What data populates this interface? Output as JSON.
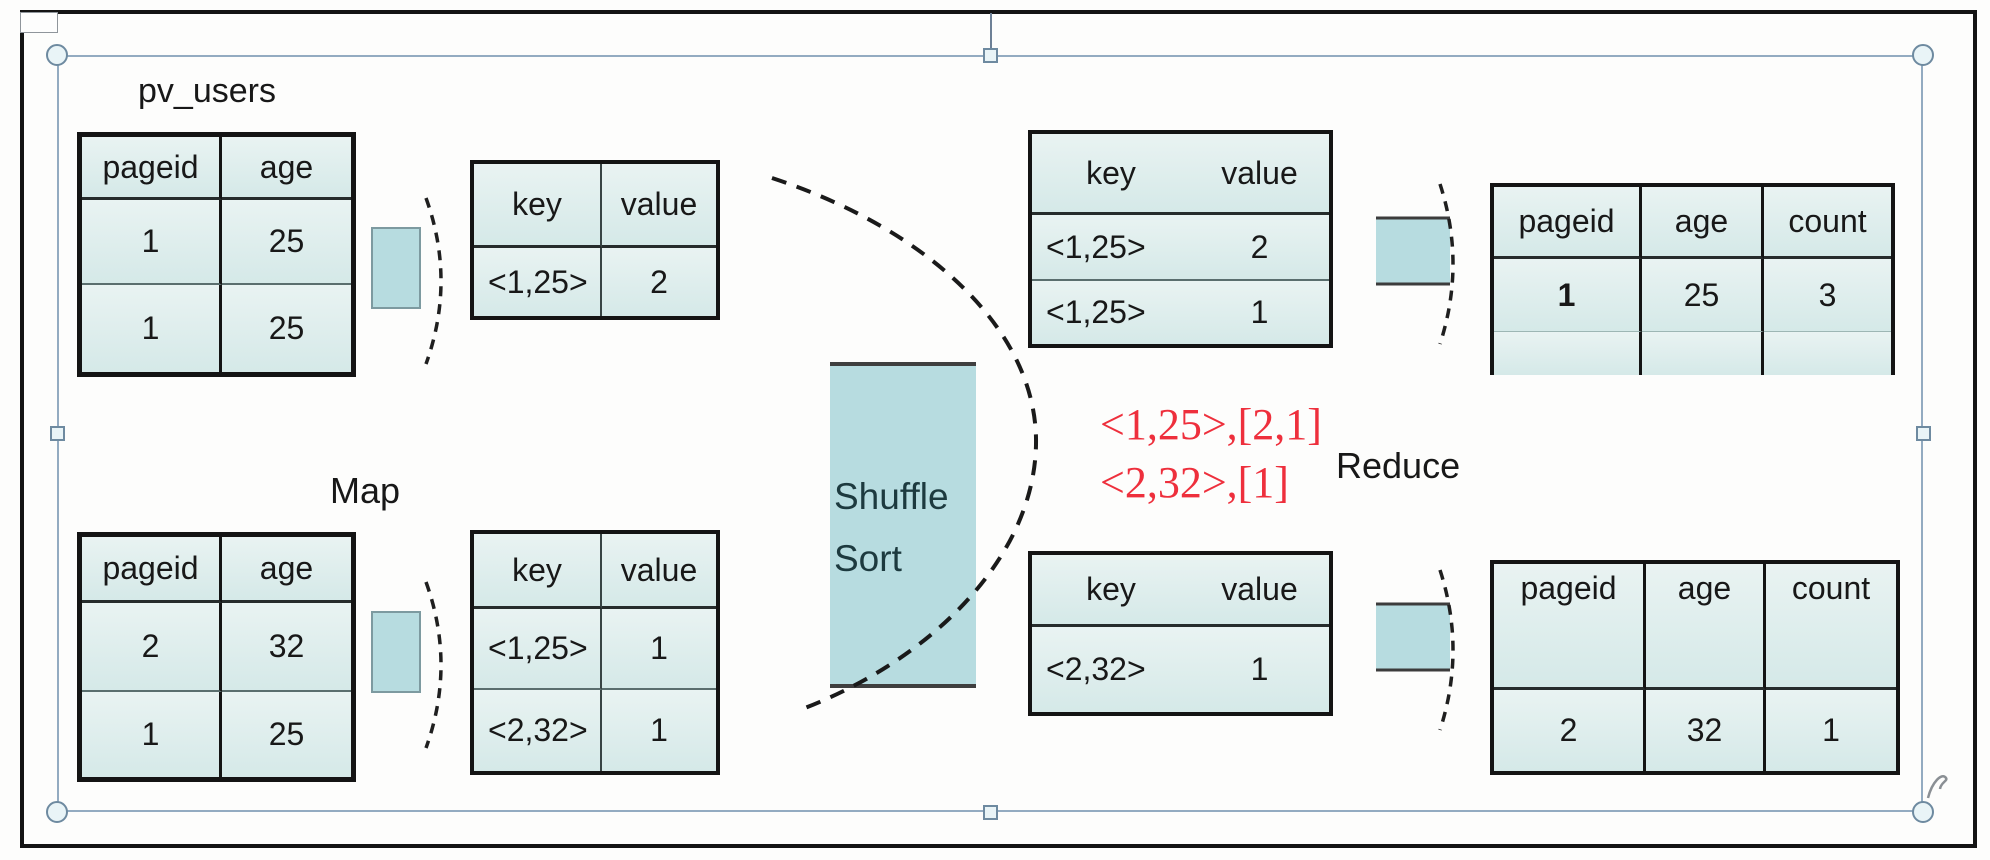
{
  "labels": {
    "pv_users": "pv_users",
    "map": "Map",
    "shuffle_line1": "Shuffle",
    "shuffle_line2": "Sort",
    "reduce": "Reduce"
  },
  "annotation": {
    "line1": "<1,25>,[2,1]",
    "line2": "<2,32>,[1]"
  },
  "tables": {
    "source_top": {
      "headers": [
        "pageid",
        "age"
      ],
      "rows": [
        [
          "1",
          "25"
        ],
        [
          "1",
          "25"
        ]
      ]
    },
    "map_out_top": {
      "headers": [
        "key",
        "value"
      ],
      "rows": [
        [
          "<1,25>",
          "2"
        ]
      ]
    },
    "source_bottom": {
      "headers": [
        "pageid",
        "age"
      ],
      "rows": [
        [
          "2",
          "32"
        ],
        [
          "1",
          "25"
        ]
      ]
    },
    "map_out_bottom": {
      "headers": [
        "key",
        "value"
      ],
      "rows": [
        [
          "<1,25>",
          "1"
        ],
        [
          "<2,32>",
          "1"
        ]
      ]
    },
    "shuffle_out_top": {
      "headers": [
        "key",
        "value"
      ],
      "rows": [
        [
          "<1,25>",
          "2"
        ],
        [
          "<1,25>",
          "1"
        ]
      ]
    },
    "shuffle_out_bottom": {
      "headers": [
        "key",
        "value"
      ],
      "rows": [
        [
          "<2,32>",
          "1"
        ]
      ]
    },
    "reduce_out_top": {
      "headers": [
        "pageid",
        "age",
        "count"
      ],
      "rows": [
        [
          "1",
          "25",
          "3"
        ]
      ]
    },
    "reduce_out_bottom": {
      "headers": [
        "pageid",
        "age",
        "count"
      ],
      "rows": [
        [
          "2",
          "32",
          "1"
        ]
      ]
    }
  },
  "colors": {
    "cell_bg_top": "#e9f3f2",
    "cell_bg_bottom": "#d5e9e8",
    "arrow_fill": "#b7dce0",
    "table_border": "#141414",
    "annotation_red": "#ee2f3c",
    "selection_frame": "#93abc1"
  }
}
